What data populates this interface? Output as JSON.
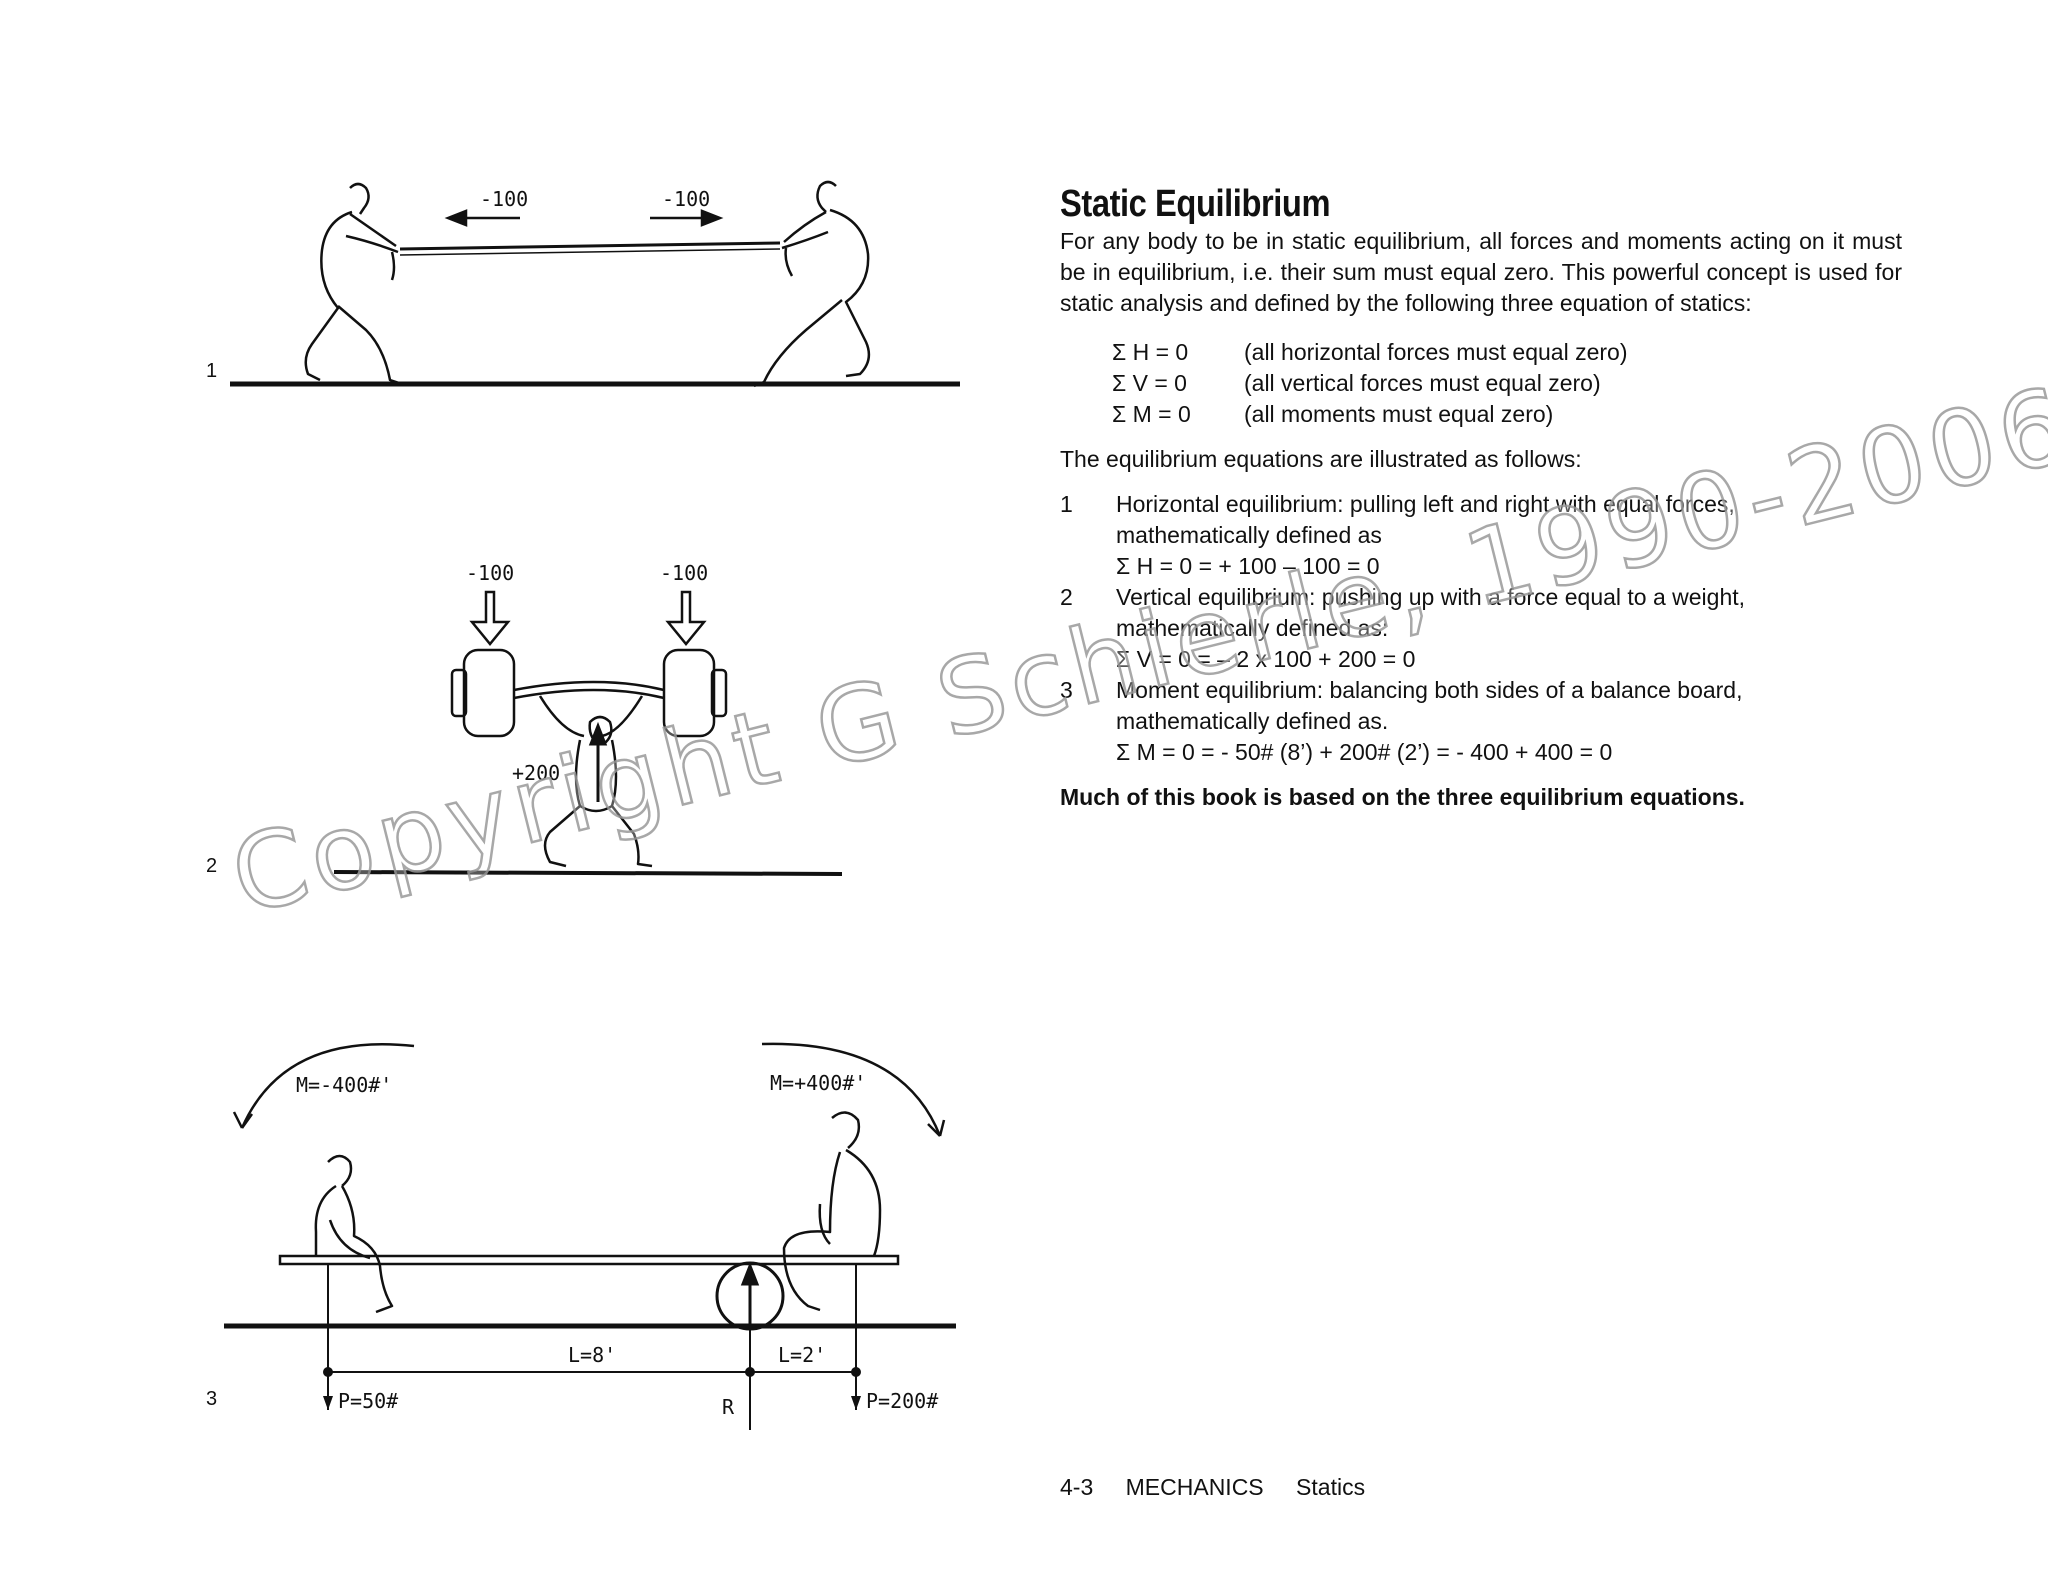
{
  "figures": {
    "fig1": {
      "number": "1",
      "left_force": "-100",
      "right_force": "-100"
    },
    "fig2": {
      "number": "2",
      "left_force": "-100",
      "right_force": "-100",
      "up_force": "+200"
    },
    "fig3": {
      "number": "3",
      "left_moment": "M=-400#'",
      "right_moment": "M=+400#'",
      "left_length": "L=8'",
      "right_length": "L=2'",
      "left_load": "P=50#",
      "right_load": "P=200#",
      "reaction": "R"
    }
  },
  "article": {
    "title": "Static Equilibrium",
    "intro": "For any body to be in static equilibrium, all forces and moments acting on it must be in equilibrium, i.e. their sum must equal zero.  This powerful concept is used for static analysis and defined by the following three equation of statics:",
    "equations": [
      {
        "eq": "Σ H = 0",
        "desc": "(all horizontal forces must equal zero)"
      },
      {
        "eq": "Σ V = 0",
        "desc": "(all vertical forces must equal zero)"
      },
      {
        "eq": "Σ M = 0",
        "desc": "(all moments must equal zero)"
      }
    ],
    "lead": "The equilibrium equations are illustrated as follows:",
    "items": [
      {
        "num": "1",
        "lines": [
          "Horizontal equilibrium: pulling left and right with equal forces,",
          "mathematically defined as",
          "Σ H = 0 = + 100 – 100 = 0"
        ]
      },
      {
        "num": "2",
        "lines": [
          "Vertical equilibrium:  pushing up with a force equal to a weight,",
          "mathematically defined as:",
          "Σ V = 0 =  – 2 x 100 + 200 = 0"
        ]
      },
      {
        "num": "3",
        "lines": [
          "Moment equilibrium: balancing  both sides of a balance board,",
          "mathematically defined as.",
          "Σ M = 0 = - 50# (8’) + 200# (2’) = - 400 + 400 = 0"
        ]
      }
    ],
    "closing": "Much of this book is based on the three equilibrium equations."
  },
  "footer": {
    "page": "4-3",
    "chapter": "MECHANICS",
    "section": "Statics"
  },
  "watermark": "Copyright G Schierle, 1990-2006"
}
